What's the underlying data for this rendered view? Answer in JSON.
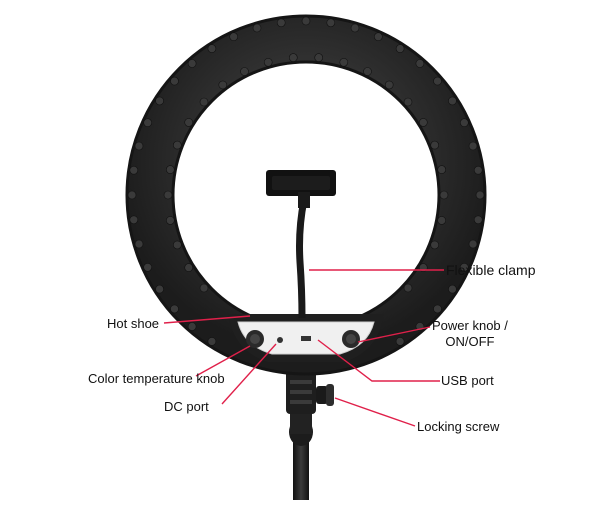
{
  "labels": {
    "flexible_clamp": "Flexible clamp",
    "hot_shoe": "Hot shoe",
    "power_knob_line1": "Power knob /",
    "power_knob_line2": "ON/OFF",
    "color_temperature_knob": "Color temperature knob",
    "usb_port": "USB port",
    "dc_port": "DC port",
    "locking_screw": "Locking screw"
  },
  "colors": {
    "leader_line": "#e0204a",
    "ring_body": "#2b2b2b",
    "ring_rim": "#1a1a1a",
    "bead": "#3a3a3a",
    "background": "#ffffff",
    "control_panel": "#f2f2f2"
  }
}
